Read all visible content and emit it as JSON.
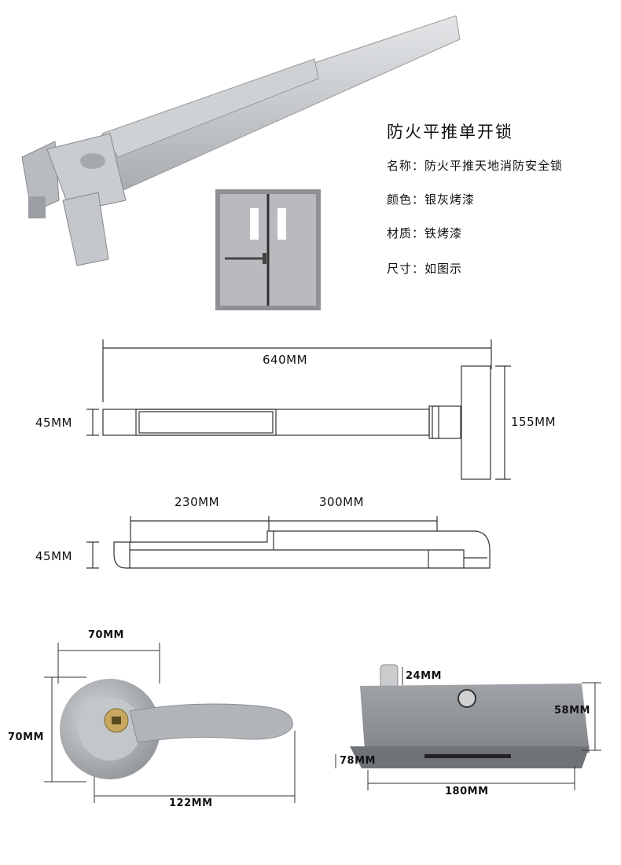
{
  "product": {
    "title": "防火平推单开锁",
    "specs": [
      {
        "label": "名称：",
        "value": "防火平推天地消防安全锁"
      },
      {
        "label": "颜色：",
        "value": "银灰烤漆"
      },
      {
        "label": "材质：",
        "value": "铁烤漆"
      },
      {
        "label": "尺寸：",
        "value": "如图示"
      }
    ]
  },
  "top_view": {
    "length": "640MM",
    "height": "45MM",
    "end_height": "155MM"
  },
  "side_view": {
    "segment_a": "230MM",
    "segment_b": "300MM",
    "height": "45MM"
  },
  "handle": {
    "width": "70MM",
    "height": "70MM",
    "length": "122MM"
  },
  "latch_box": {
    "pin": "24MM",
    "height": "58MM",
    "depth": "78MM",
    "length": "180MM"
  },
  "colors": {
    "metal": "#b9bcc0",
    "dark_metal": "#8a8d91",
    "line": "#333333"
  }
}
